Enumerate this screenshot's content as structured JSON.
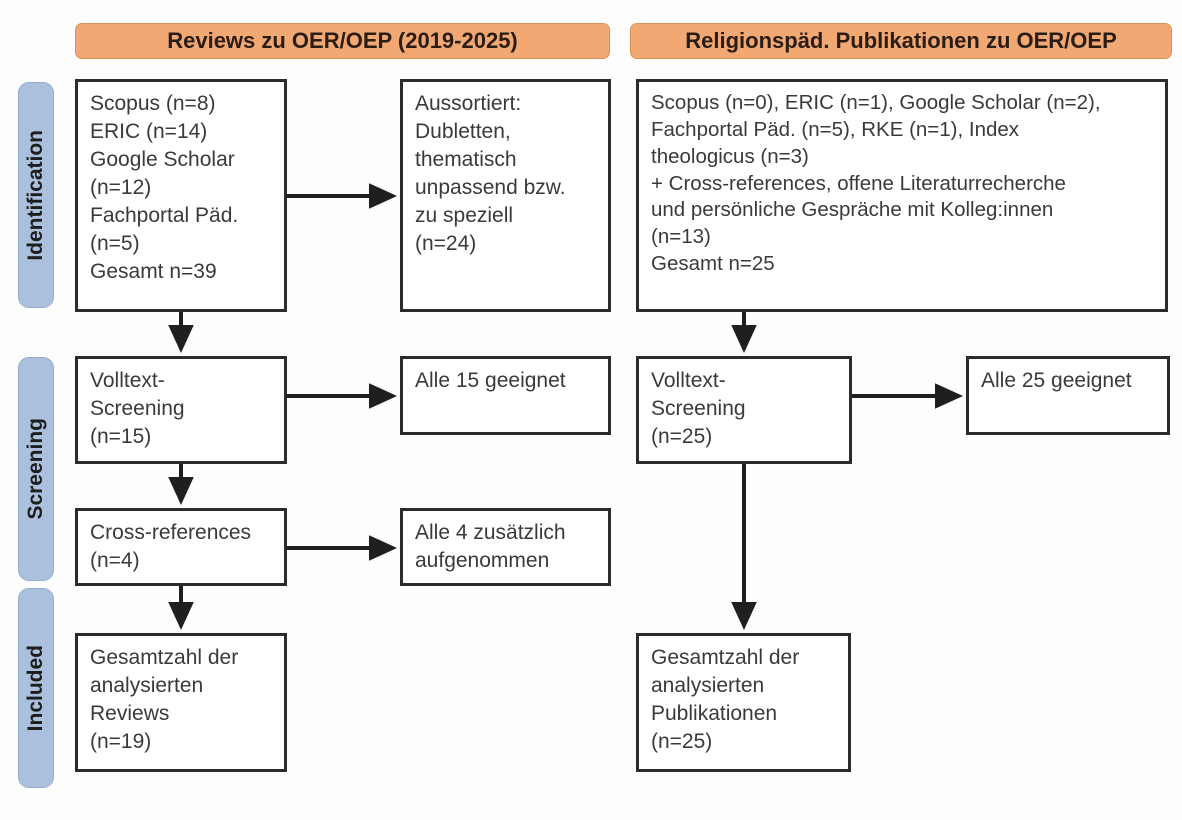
{
  "figure": {
    "type": "prisma-flow-diagram",
    "title_columns": [
      "Reviews zu OER/OEP (2019-2025)",
      "Religionspäd. Publikationen zu OER/OEP"
    ]
  },
  "colors": {
    "header_orange": "#F2A873",
    "stage_blue": "#AAC0DD",
    "box_border": "#2B2B2B",
    "text": "#3A3A3A"
  },
  "stages": [
    {
      "id": "identification",
      "label": "Identification"
    },
    {
      "id": "screening",
      "label": "Screening"
    },
    {
      "id": "included",
      "label": "Included"
    }
  ],
  "columns": {
    "left": {
      "header": "Reviews zu OER/OEP (2019-2025)",
      "boxes": {
        "sources": "Scopus (n=8)\nERIC (n=14)\nGoogle Scholar\n(n=12)\nFachportal Päd.\n(n=5)\nGesamt n=39",
        "excluded": "Aussortiert:\nDubletten,\nthematisch\nunpassend bzw.\nzu speziell\n(n=24)",
        "fulltext": "Volltext-\nScreening\n(n=15)",
        "fulltext_result": "Alle 15 geeignet",
        "crossrefs": "Cross-references\n(n=4)",
        "crossrefs_result": "Alle 4 zusätzlich\naufgenommen",
        "included": "Gesamtzahl der\nanalysierten\nReviews\n(n=19)"
      }
    },
    "right": {
      "header": "Religionspäd. Publikationen zu OER/OEP",
      "boxes": {
        "sources": "Scopus (n=0), ERIC (n=1), Google Scholar (n=2),\nFachportal Päd. (n=5), RKE (n=1), Index\ntheologicus (n=3)\n+ Cross-references, offene Literaturrecherche\nund persönliche Gespräche mit Kolleg:innen\n(n=13)\nGesamt n=25",
        "fulltext": "Volltext-\nScreening\n(n=25)",
        "fulltext_result": "Alle 25 geeignet",
        "included": "Gesamtzahl der\nanalysierten\nPublikationen\n(n=25)"
      }
    }
  },
  "chart_data": {
    "type": "diagram",
    "title": "PRISMA-Flussdiagramm: Reviews und religionspädagogische Publikationen zu OER/OEP",
    "nodes": [
      {
        "id": "l-sources",
        "column": "left",
        "stage": "Identification",
        "n": 39,
        "label": "Scopus (n=8) / ERIC (n=14) / Google Scholar (n=12) / Fachportal Päd. (n=5) / Gesamt n=39"
      },
      {
        "id": "l-excluded",
        "column": "left",
        "stage": "Identification",
        "n": 24,
        "label": "Aussortiert: Dubletten, thematisch unpassend bzw. zu speziell (n=24)"
      },
      {
        "id": "l-fulltext",
        "column": "left",
        "stage": "Screening",
        "n": 15,
        "label": "Volltext-Screening (n=15)"
      },
      {
        "id": "l-fulltext-res",
        "column": "left",
        "stage": "Screening",
        "n": 15,
        "label": "Alle 15 geeignet"
      },
      {
        "id": "l-crossrefs",
        "column": "left",
        "stage": "Screening",
        "n": 4,
        "label": "Cross-references (n=4)"
      },
      {
        "id": "l-crossrefs-res",
        "column": "left",
        "stage": "Screening",
        "n": 4,
        "label": "Alle 4 zusätzlich aufgenommen"
      },
      {
        "id": "l-included",
        "column": "left",
        "stage": "Included",
        "n": 19,
        "label": "Gesamtzahl der analysierten Reviews (n=19)"
      },
      {
        "id": "r-sources",
        "column": "right",
        "stage": "Identification",
        "n": 25,
        "label": "Scopus (n=0), ERIC (n=1), Google Scholar (n=2), Fachportal Päd. (n=5), RKE (n=1), Index theologicus (n=3) + Cross-references (n=13); Gesamt n=25"
      },
      {
        "id": "r-fulltext",
        "column": "right",
        "stage": "Screening",
        "n": 25,
        "label": "Volltext-Screening (n=25)"
      },
      {
        "id": "r-fulltext-res",
        "column": "right",
        "stage": "Screening",
        "n": 25,
        "label": "Alle 25 geeignet"
      },
      {
        "id": "r-included",
        "column": "right",
        "stage": "Included",
        "n": 25,
        "label": "Gesamtzahl der analysierten Publikationen (n=25)"
      }
    ],
    "edges": [
      {
        "from": "l-sources",
        "to": "l-excluded",
        "direction": "right"
      },
      {
        "from": "l-sources",
        "to": "l-fulltext",
        "direction": "down"
      },
      {
        "from": "l-fulltext",
        "to": "l-fulltext-res",
        "direction": "right"
      },
      {
        "from": "l-fulltext",
        "to": "l-crossrefs",
        "direction": "down"
      },
      {
        "from": "l-crossrefs",
        "to": "l-crossrefs-res",
        "direction": "right"
      },
      {
        "from": "l-crossrefs",
        "to": "l-included",
        "direction": "down"
      },
      {
        "from": "r-sources",
        "to": "r-fulltext",
        "direction": "down"
      },
      {
        "from": "r-fulltext",
        "to": "r-fulltext-res",
        "direction": "right"
      },
      {
        "from": "r-fulltext",
        "to": "r-included",
        "direction": "down"
      }
    ],
    "source_counts": {
      "reviews": {
        "Scopus": 8,
        "ERIC": 14,
        "Google Scholar": 12,
        "Fachportal Päd.": 5,
        "Gesamt": 39
      },
      "publications": {
        "Scopus": 0,
        "ERIC": 1,
        "Google Scholar": 2,
        "Fachportal Päd.": 5,
        "RKE": 1,
        "Index theologicus": 3,
        "Cross-references/offene Recherche/Gespräche": 13,
        "Gesamt": 25
      }
    }
  }
}
